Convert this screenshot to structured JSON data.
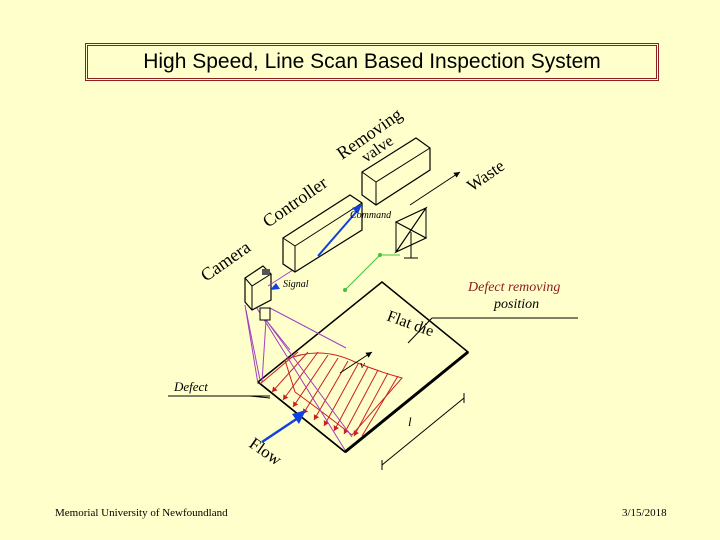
{
  "title": "High Speed, Line Scan Based Inspection System",
  "labels": {
    "removing_valve_line1": "Removing",
    "removing_valve_line2": "valve",
    "waste": "Waste",
    "controller": "Controller",
    "command": "Command",
    "camera": "Camera",
    "signal": "Signal",
    "defect_removing_line1": "Defect removing",
    "defect_removing_line2": "position",
    "flat_die": "Flat die",
    "velocity": "v",
    "defect": "Defect",
    "length": "l",
    "flow": "Flow"
  },
  "footer": {
    "institution": "Memorial University of Newfoundland",
    "date": "3/15/2018"
  },
  "colors": {
    "background": "#FFFFCC",
    "title_border": "#8B2020",
    "signal_line": "#A040C0",
    "command_line": "#40C040",
    "flow_arrow": "#1040E0",
    "defect_lines": "#CC2020"
  }
}
